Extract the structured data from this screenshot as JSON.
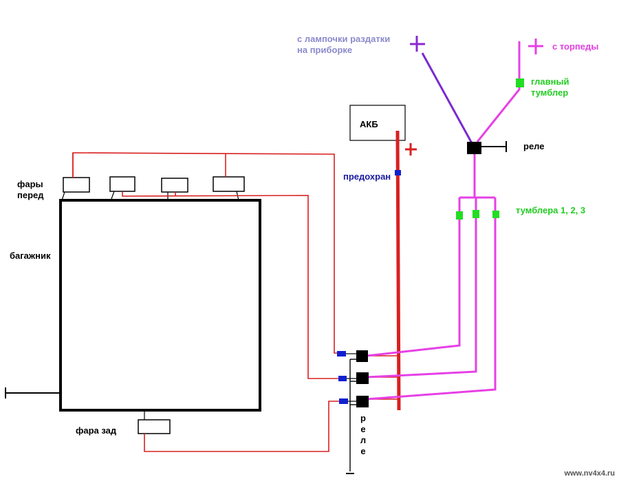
{
  "labels": {
    "lamp_source": [
      "с лампочки раздатки",
      "на приборке"
    ],
    "torpedo": "с торпеды",
    "main_toggle": [
      "главный",
      "тумблер"
    ],
    "battery": "АКБ",
    "plus": "+",
    "relay_top": "реле",
    "fuse": "предохран",
    "headlights_front": [
      "фары",
      "перед"
    ],
    "toggles": "тумблера 1, 2, 3",
    "trunk": "багажник",
    "rear_light": "фара зад",
    "relay_bottom": [
      "р",
      "е",
      "л",
      "е"
    ],
    "watermark": "www.nv4x4.ru"
  },
  "colors": {
    "red_wire": "#d92020",
    "magenta_wire": "#e640e6",
    "violet_wire": "#7a2ad0",
    "relay": "#000000",
    "fuse_marker": "#1020d0",
    "toggle_marker": "#22dd22",
    "plus_violet": "#8a2ad0",
    "plus_magenta": "#e640e6",
    "plus_red": "#d92020"
  }
}
